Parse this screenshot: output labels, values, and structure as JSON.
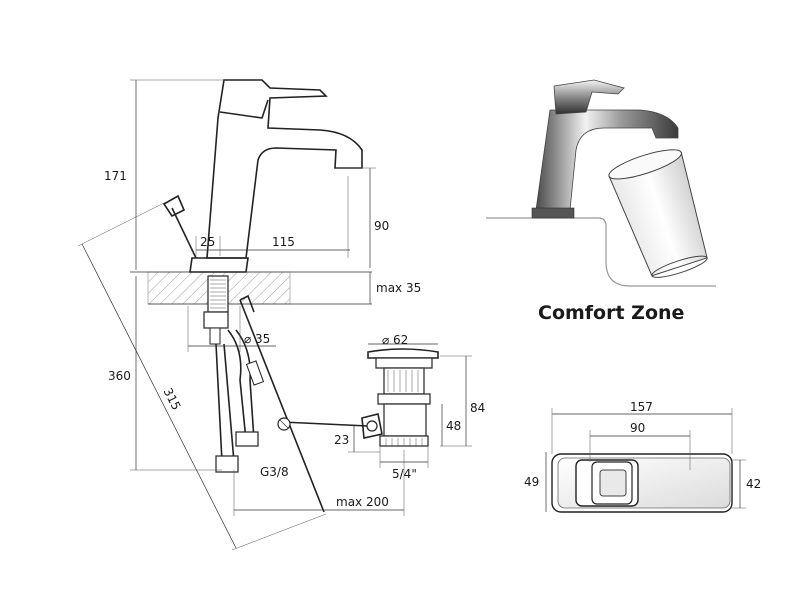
{
  "dimensions": {
    "d171": "171",
    "d90": "90",
    "d25": "25",
    "d115": "115",
    "max35": "max 35",
    "dia35": "⌀ 35",
    "d360": "360",
    "d315": "315",
    "dia62": "⌀ 62",
    "d84": "84",
    "d48": "48",
    "d23": "23",
    "inch54": "5/4\"",
    "g38": "G3/8",
    "max200": "max 200",
    "d157": "157",
    "d90b": "90",
    "d49": "49",
    "d42": "42"
  },
  "comfort": {
    "title": "Comfort Zone"
  }
}
